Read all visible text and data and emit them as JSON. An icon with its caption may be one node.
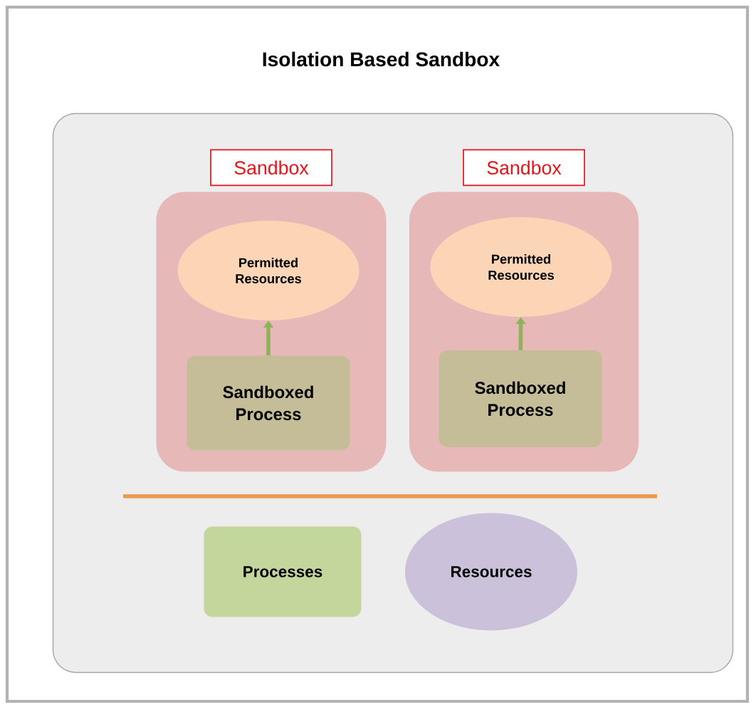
{
  "diagram": {
    "title": "Isolation Based Sandbox",
    "nodes": [
      {
        "text": [],
        "shape": "box"
      },
      {
        "text": [
          "Sandbox"
        ],
        "in": 0
      },
      {
        "text": [
          "Permitted Resources"
        ],
        "in": 1
      },
      {
        "text": [
          "Sandboxed Process"
        ],
        "in": 1
      },
      {
        "text": [
          "Sandbox"
        ],
        "in": 0
      },
      {
        "text": [
          "Permitted Resources"
        ],
        "in": 4
      },
      {
        "text": [
          "Sandboxed Process"
        ],
        "in": 4
      },
      {
        "text": [
          "Processes"
        ],
        "in": 0
      },
      {
        "text": [
          "Resources"
        ],
        "in": 0
      }
    ],
    "edges": [
      {
        "from": 3,
        "to": 2,
        "arrow": "to"
      },
      {
        "from": 6,
        "to": 5,
        "arrow": "to"
      }
    ]
  }
}
